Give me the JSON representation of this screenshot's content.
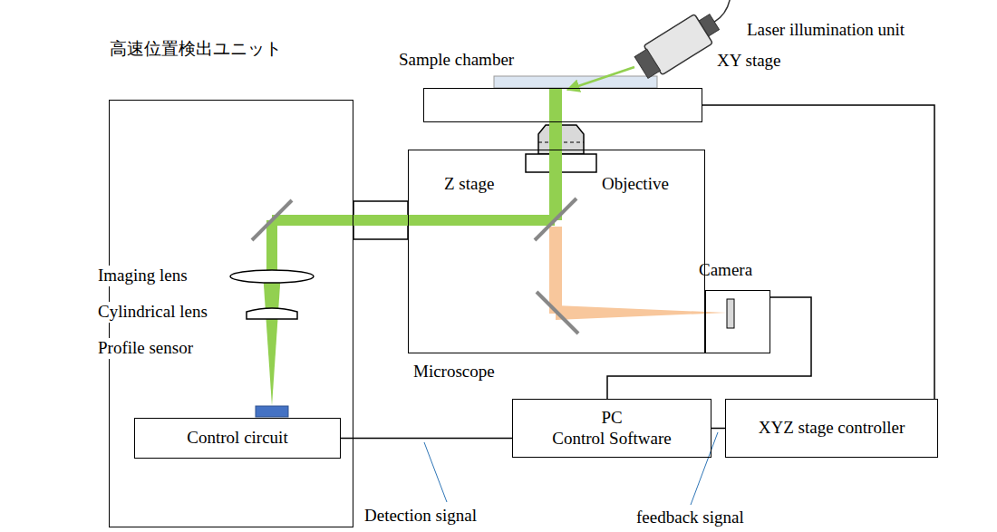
{
  "diagram": {
    "nodes": [
      {
        "text": [
          "高速位置検出ユニット"
        ]
      },
      {
        "text": [
          "Control circuit"
        ],
        "in": 0
      },
      {
        "text": [
          "XY stage"
        ]
      },
      {
        "text": [
          "Microscope"
        ]
      },
      {
        "text": [
          "Camera"
        ]
      },
      {
        "text": [
          "PC",
          "Control Software"
        ]
      },
      {
        "text": [
          "XYZ stage controller"
        ]
      }
    ],
    "edges": [
      {
        "from": 1,
        "to": 5,
        "arrow": "none"
      },
      {
        "from": 5,
        "to": 6,
        "arrow": "none"
      },
      {
        "from": 6,
        "to": 2,
        "arrow": "none"
      },
      {
        "from": 4,
        "to": 5,
        "arrow": "none"
      }
    ],
    "labels": [
      "Laser illumination unit",
      "Sample chamber",
      "Z stage",
      "Objective",
      "Imaging lens",
      "Cylindrical lens",
      "Profile sensor",
      "Detection signal",
      "feedback signal"
    ]
  }
}
